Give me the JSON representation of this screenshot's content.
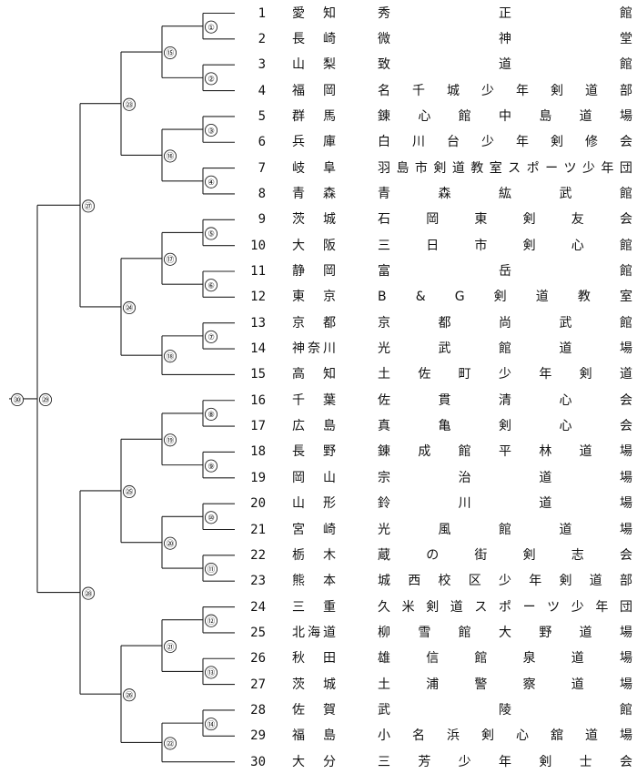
{
  "entries": [
    {
      "seed": "1",
      "prefecture": "愛知",
      "club": "秀正館"
    },
    {
      "seed": "2",
      "prefecture": "長崎",
      "club": "微神堂"
    },
    {
      "seed": "3",
      "prefecture": "山梨",
      "club": "致道館"
    },
    {
      "seed": "4",
      "prefecture": "福岡",
      "club": "名千城少年剣道部"
    },
    {
      "seed": "5",
      "prefecture": "群馬",
      "club": "錬心館中島道場"
    },
    {
      "seed": "6",
      "prefecture": "兵庫",
      "club": "白川台少年剣修会"
    },
    {
      "seed": "7",
      "prefecture": "岐阜",
      "club": "羽島市剣道教室スポーツ少年団"
    },
    {
      "seed": "8",
      "prefecture": "青森",
      "club": "青森紘武館"
    },
    {
      "seed": "9",
      "prefecture": "茨城",
      "club": "石岡東剣友会"
    },
    {
      "seed": "10",
      "prefecture": "大阪",
      "club": "三日市剣心館"
    },
    {
      "seed": "11",
      "prefecture": "静岡",
      "club": "富岳館"
    },
    {
      "seed": "12",
      "prefecture": "東京",
      "club": "B&G剣道教室"
    },
    {
      "seed": "13",
      "prefecture": "京都",
      "club": "京都尚武館"
    },
    {
      "seed": "14",
      "prefecture": "神奈川",
      "club": "光武館道場"
    },
    {
      "seed": "15",
      "prefecture": "高知",
      "club": "土佐町少年剣道"
    },
    {
      "seed": "16",
      "prefecture": "千葉",
      "club": "佐貫清心会"
    },
    {
      "seed": "17",
      "prefecture": "広島",
      "club": "真亀剣心会"
    },
    {
      "seed": "18",
      "prefecture": "長野",
      "club": "錬成館平林道場"
    },
    {
      "seed": "19",
      "prefecture": "岡山",
      "club": "宗治道場"
    },
    {
      "seed": "20",
      "prefecture": "山形",
      "club": "鈴川道場"
    },
    {
      "seed": "21",
      "prefecture": "宮崎",
      "club": "光風館道場"
    },
    {
      "seed": "22",
      "prefecture": "栃木",
      "club": "蔵の街剣志会"
    },
    {
      "seed": "23",
      "prefecture": "熊本",
      "club": "城西校区少年剣道部"
    },
    {
      "seed": "24",
      "prefecture": "三重",
      "club": "久米剣道スポーツ少年団"
    },
    {
      "seed": "25",
      "prefecture": "北海道",
      "club": "柳雪館大野道場"
    },
    {
      "seed": "26",
      "prefecture": "秋田",
      "club": "雄信館泉道場"
    },
    {
      "seed": "27",
      "prefecture": "茨城",
      "club": "土浦警察道場"
    },
    {
      "seed": "28",
      "prefecture": "佐賀",
      "club": "武陵館"
    },
    {
      "seed": "29",
      "prefecture": "福島",
      "club": "小名浜剣心舘道場"
    },
    {
      "seed": "30",
      "prefecture": "大分",
      "club": "三芳少年剣士会"
    }
  ],
  "matches": [
    {
      "label": "①",
      "a": 1,
      "b": 2
    },
    {
      "label": "②",
      "a": 3,
      "b": 4
    },
    {
      "label": "③",
      "a": 5,
      "b": 6
    },
    {
      "label": "④",
      "a": 7,
      "b": 8
    },
    {
      "label": "⑤",
      "a": 9,
      "b": 10
    },
    {
      "label": "⑥",
      "a": 11,
      "b": 12
    },
    {
      "label": "⑦",
      "a": 13,
      "b": 14
    },
    {
      "label": "⑧",
      "a": 16,
      "b": 17
    },
    {
      "label": "⑨",
      "a": 18,
      "b": 19
    },
    {
      "label": "⑩",
      "a": 20,
      "b": 21
    },
    {
      "label": "⑪",
      "a": 22,
      "b": 23
    },
    {
      "label": "⑫",
      "a": 24,
      "b": 25
    },
    {
      "label": "⑬",
      "a": 26,
      "b": 27
    },
    {
      "label": "⑭",
      "a": 28,
      "b": 29
    },
    {
      "label": "⑮",
      "a": "①",
      "b": "②"
    },
    {
      "label": "⑯",
      "a": "③",
      "b": "④"
    },
    {
      "label": "⑰",
      "a": "⑤",
      "b": "⑥"
    },
    {
      "label": "⑱",
      "a": "⑦",
      "b": 15
    },
    {
      "label": "⑲",
      "a": "⑧",
      "b": "⑨"
    },
    {
      "label": "⑳",
      "a": "⑩",
      "b": "⑪"
    },
    {
      "label": "㉑",
      "a": "⑫",
      "b": "⑬"
    },
    {
      "label": "㉒",
      "a": "⑭",
      "b": 30
    },
    {
      "label": "㉓",
      "a": "⑮",
      "b": "⑯"
    },
    {
      "label": "㉔",
      "a": "⑰",
      "b": "⑱"
    },
    {
      "label": "㉕",
      "a": "⑲",
      "b": "⑳"
    },
    {
      "label": "㉖",
      "a": "㉑",
      "b": "㉒"
    },
    {
      "label": "㉗",
      "a": "㉓",
      "b": "㉔"
    },
    {
      "label": "㉘",
      "a": "㉕",
      "b": "㉖"
    },
    {
      "label": "㉙",
      "a": "㉗",
      "b": "㉘"
    },
    {
      "label": "㉚",
      "a": "㉙",
      "b": null
    }
  ]
}
